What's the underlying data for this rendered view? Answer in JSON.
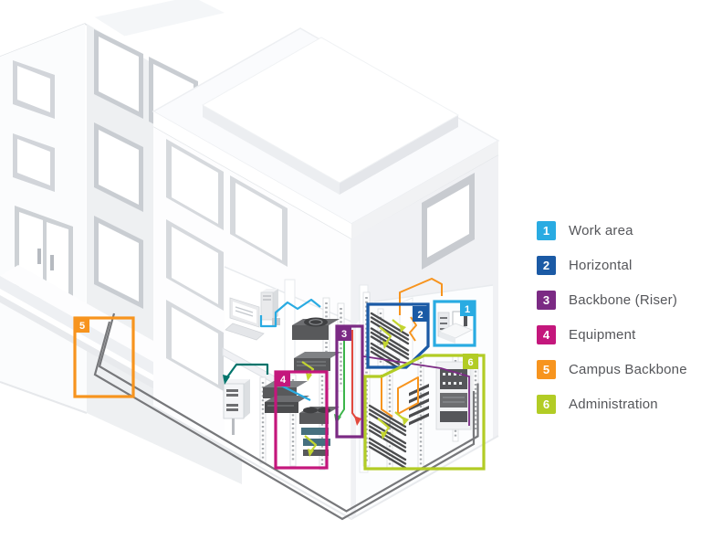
{
  "legend": {
    "items": [
      {
        "num": "1",
        "label": "Work area",
        "color": "#29abe2"
      },
      {
        "num": "2",
        "label": "Horizontal",
        "color": "#1b5aa5"
      },
      {
        "num": "3",
        "label": "Backbone (Riser)",
        "color": "#7b2a84"
      },
      {
        "num": "4",
        "label": "Equipment",
        "color": "#c4177c"
      },
      {
        "num": "5",
        "label": "Campus Backbone",
        "color": "#f7941e"
      },
      {
        "num": "6",
        "label": "Administration",
        "color": "#b2cc25"
      }
    ]
  },
  "palette": {
    "campus_cable_gray": "#77787b",
    "riser_cable_green": "#3cb54a",
    "riser_cable_red": "#e2493d",
    "outlet_cable_teal": "#00746b",
    "patch_cable_lime": "#c3d530",
    "patch_cable_cyan": "#29abe2",
    "equipment_dark": "#4b4c4e",
    "legend_text": "#55565a",
    "background": "#ffffff"
  }
}
